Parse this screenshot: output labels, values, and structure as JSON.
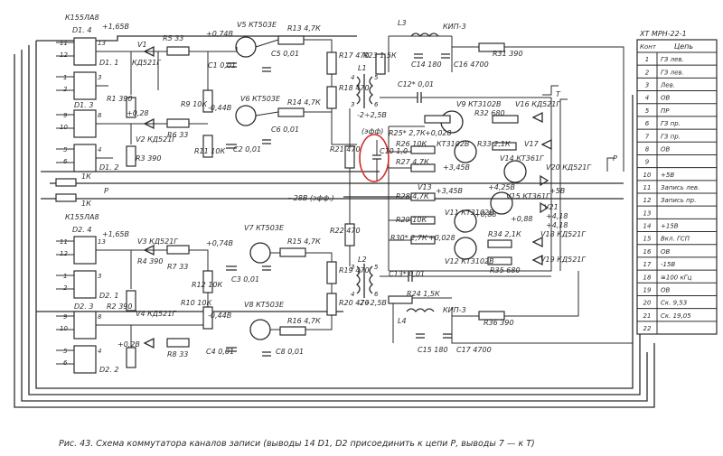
{
  "connector": {
    "title": "XT  МРН-22-1",
    "col_num": "Конт",
    "col_name": "Цепь",
    "rows": [
      {
        "n": "1",
        "name": "ГЗ лев."
      },
      {
        "n": "2",
        "name": "ГЗ лев."
      },
      {
        "n": "3",
        "name": "Лев."
      },
      {
        "n": "4",
        "name": "ОВ"
      },
      {
        "n": "5",
        "name": "ПР"
      },
      {
        "n": "6",
        "name": "ГЗ пр."
      },
      {
        "n": "7",
        "name": "ГЗ пр."
      },
      {
        "n": "8",
        "name": "ОВ"
      },
      {
        "n": "9",
        "name": ""
      },
      {
        "n": "10",
        "name": "+5В"
      },
      {
        "n": "11",
        "name": "Запись лев."
      },
      {
        "n": "12",
        "name": "Запись пр."
      },
      {
        "n": "13",
        "name": ""
      },
      {
        "n": "14",
        "name": "+15В"
      },
      {
        "n": "15",
        "name": "Вкл. ГСП"
      },
      {
        "n": "16",
        "name": "ОВ"
      },
      {
        "n": "17",
        "name": "-15В"
      },
      {
        "n": "18",
        "name": "≅100 кГц"
      },
      {
        "n": "19",
        "name": "ОВ"
      },
      {
        "n": "20",
        "name": "Ск. 9,53"
      },
      {
        "n": "21",
        "name": "Ск. 19,05"
      },
      {
        "n": "22",
        "name": ""
      }
    ]
  },
  "labels": {
    "d1_chip": "К155ЛА8",
    "d1_4": "D1. 4",
    "d1_1": "D1. 1",
    "d1_3": "D1. 3",
    "d1_2": "D1. 2",
    "d2_chip": "К155ЛА8",
    "d2_4": "D2. 4",
    "d2_1": "D2. 1",
    "d2_3": "D2. 3",
    "d2_2": "D2. 2",
    "v1": "V1",
    "v1_type": "КД521Г",
    "r5": "R5 33",
    "v5": "V5 КТ503Е",
    "r13": "R13 4,7К",
    "r17": "R17 470",
    "c1": "C1 0,01",
    "c5": "C5 0,01",
    "r9": "R9 10К",
    "v6": "V6 КТ503Е",
    "r14": "R14 4,7К",
    "r18": "R18 470",
    "r1": "R1 390",
    "v2": "V2 КД521Г",
    "r6": "R6 33",
    "r3": "R3 390",
    "r11": "R11 10К",
    "c2": "C2 0,01",
    "c6": "C6 0,01",
    "v_165a": "+1,65В",
    "v_074a": "+0,74В",
    "v_028a": "+0,28",
    "v_044a": "-0,44В",
    "l3": "L3",
    "kip3a": "КИП-3",
    "r23": "R23 1,5К",
    "c14": "C14 180",
    "c16": "C16 4700",
    "r31": "R31 390",
    "l1": "L1",
    "c12": "C12* 0,01",
    "v_225a": "-2÷2,5В",
    "v_eff_a": "(эфф)",
    "r25": "R25* 2,7К",
    "v9": "V9 КТ3102В",
    "r32": "R32 680",
    "v16": "V16 КД521Г",
    "t_a": "Т",
    "c10": "C10 1,0",
    "r26": "R26 10К",
    "r33": "R33 2,1К",
    "v17": "V17",
    "v10": "КТ3102В",
    "r27": "R27 4,7К",
    "v14": "V14 КТ361Г",
    "v20": "V20 КД521Г",
    "v_3458a": "+3,45В",
    "r21": "R21 470",
    "k1a": "1К",
    "k1b": "1К",
    "p_in": "Р",
    "p_out": "Р",
    "v_4258": "+4,25В",
    "v_5v": "+5В",
    "v13": "V13",
    "v_3458b": "+3,45В",
    "v15": "V15 КТ361Г",
    "v21": "V21",
    "v_418a": "+4,18",
    "v_28v": "~28В (эфф.)",
    "r28": "R28 4,7К",
    "r22": "R22 470",
    "r29": "R29 10К",
    "v11": "V11 КТ3102В",
    "v_088a": "+0,88",
    "v_088b": "+0,88",
    "v_418b": "+4,18",
    "v18": "V18 КД521Г",
    "r30": "R30* 2,7К",
    "v_0028": "+0,028",
    "r34": "R34 2,1К",
    "v12": "V12 КТ3102В",
    "r35": "R35 680",
    "v19": "V19 КД521Г",
    "l2": "L2",
    "c13": "C13* 0,01",
    "v_225b": "-2÷2,5В",
    "r24": "R24 1,5К",
    "l4": "L4",
    "kip3b": "КИП-3",
    "c15": "C15 180",
    "c17": "C17 4700",
    "r36": "R36 390",
    "v_165b": "+1,65В",
    "v3": "V3 КД521Г",
    "v_074b": "+0,74В",
    "r15": "R15 4,7К",
    "v7": "V7 КТ503Е",
    "r4": "R4 390",
    "r7": "R7 33",
    "r12": "R12 10К",
    "c3": "C3 0,01",
    "r19": "R19 470",
    "r2": "R2 390",
    "r10": "R10 10К",
    "v8": "V8 КТ503Е",
    "r20": "R20 470",
    "v4": "V4 КД521Г",
    "v_044b": "-0,44В",
    "r16": "R16 4,7К",
    "v_02b": "+0,2В",
    "r8": "R8 33",
    "c4": "C4 0,01",
    "c8": "C8 0,01",
    "t_b": "Т"
  },
  "caption": "Рис. 43. Схема коммутатора каналов записи (выводы 14 D1, D2 присоединить к цепи Р, выводы 7 — к Т)"
}
